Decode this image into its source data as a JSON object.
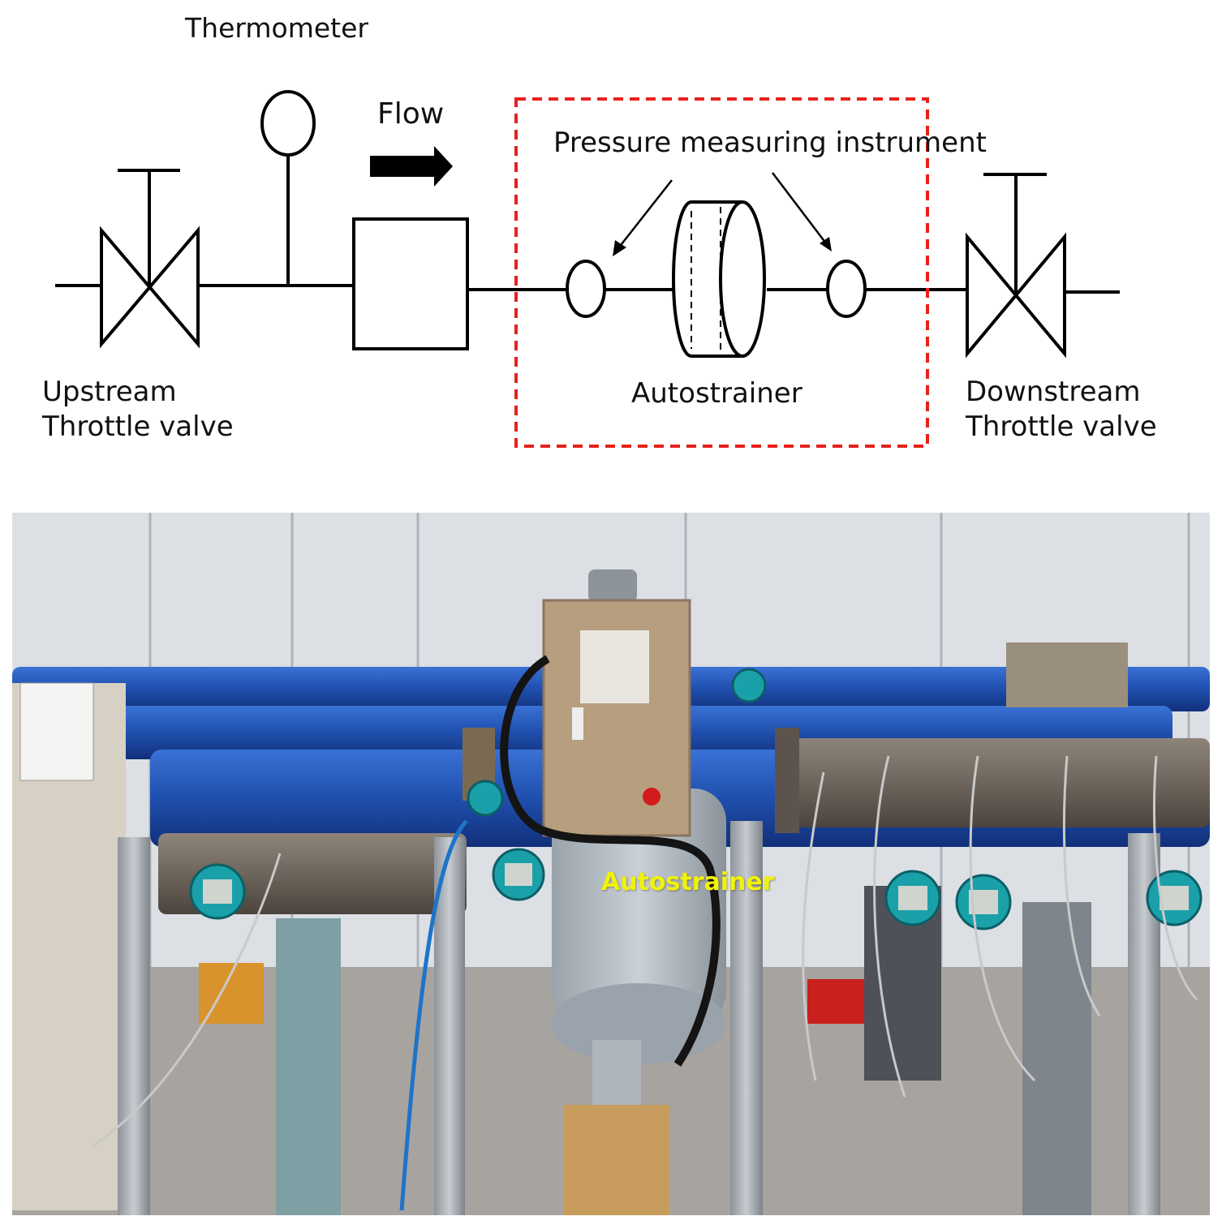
{
  "schematic": {
    "labels": {
      "thermometer": "Thermometer",
      "flow": "Flow",
      "pressure_instrument": "Pressure measuring instrument",
      "autostrainer": "Autostrainer",
      "upstream_line1": "Upstream",
      "upstream_line2": "Throttle valve",
      "downstream_line1": "Downstream",
      "downstream_line2": "Throttle valve"
    },
    "highlight_color": "#e8211c",
    "line_color": "#000000"
  },
  "photo": {
    "label": "Autostrainer",
    "label_color": "#f2f20a",
    "pipe_color": "#1f4fae",
    "steel_pipe_color": "#6e655c",
    "transmitter_color": "#1aa0a8"
  }
}
